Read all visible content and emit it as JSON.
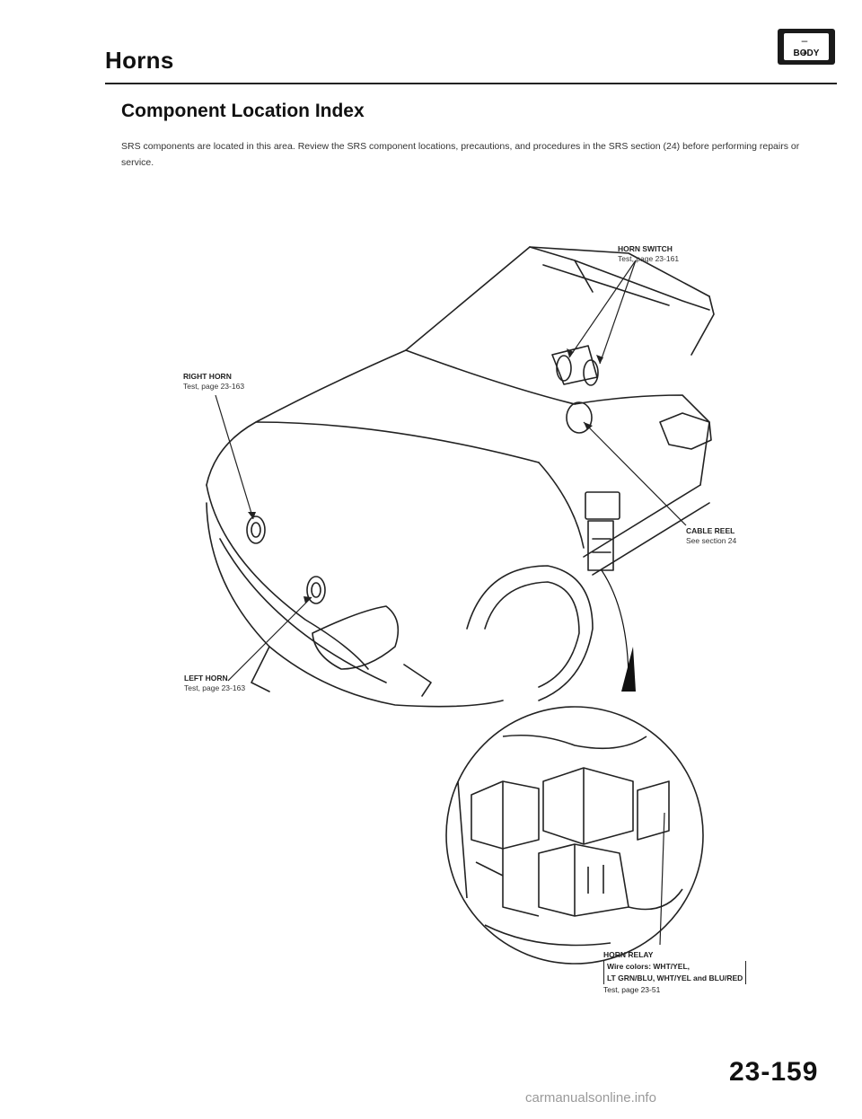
{
  "header": {
    "title": "Horns",
    "badge": {
      "terminals": "– +",
      "label": "BODY"
    }
  },
  "section": {
    "title": "Component Location Index",
    "notice": "SRS components are located in this area. Review the SRS component locations, precautions, and procedures in the SRS section (24) before performing repairs or service."
  },
  "callouts": {
    "horn_switch": {
      "name": "HORN SWITCH",
      "ref": "Test, page 23-161"
    },
    "right_horn": {
      "name": "RIGHT HORN",
      "ref": "Test, page 23-163"
    },
    "cable_reel": {
      "name": "CABLE REEL",
      "ref": "See section 24"
    },
    "left_horn": {
      "name": "LEFT HORN",
      "ref": "Test, page 23-163"
    },
    "horn_relay": {
      "name": "HORN RELAY",
      "wire_line1": "Wire colors: WHT/YEL,",
      "wire_line2": "LT GRN/BLU, WHT/YEL and BLU/RED",
      "ref": "Test, page 23-51"
    }
  },
  "footer": {
    "page_number": "23-159",
    "watermark": "carmanualsonline.info"
  }
}
